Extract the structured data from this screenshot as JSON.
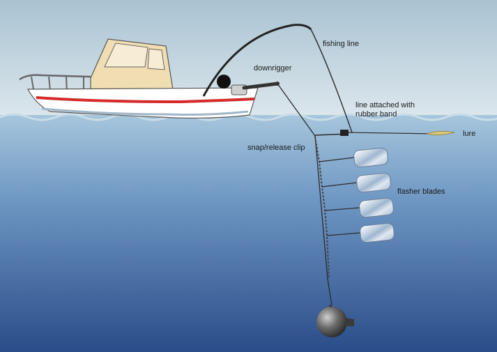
{
  "labels": {
    "fishing_line": "fishing line",
    "downrigger": "downrigger",
    "line_attached": "line attached with rubber band",
    "lure": "lure",
    "snap_release_clip": "snap/release clip",
    "flasher_blades": "flasher blades"
  },
  "colors": {
    "sky_top": "#a9c3d2",
    "sky_bottom": "#dbe6ec",
    "water_surface": "#9fc0d8",
    "water_deep": "#2c4f8a",
    "boat_hull": "#ffffff",
    "boat_stripe": "#d52a2a",
    "cabin": "#f1ddb2",
    "line": "#2b2b2b",
    "weight": "#4a4a4a"
  },
  "flashers": {
    "count": 4
  }
}
